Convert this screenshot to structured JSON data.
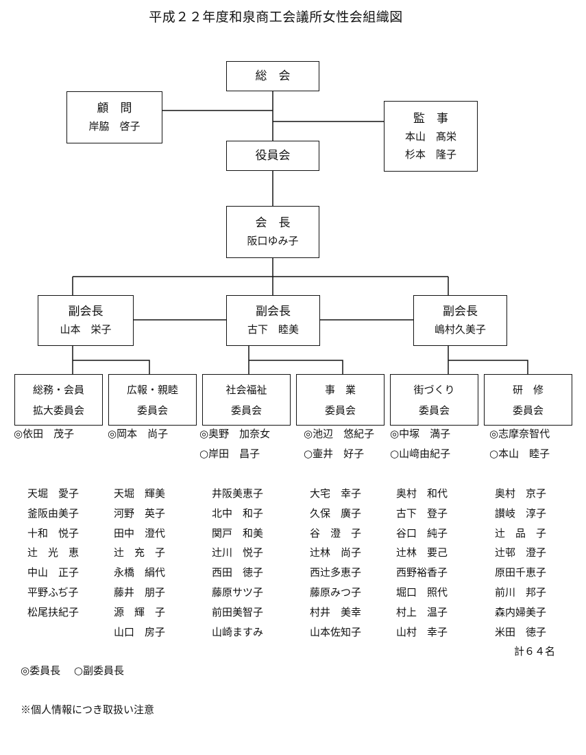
{
  "title": "平成２２年度和泉商工会議所女性会組織図",
  "general_assembly": "総　会",
  "advisor": {
    "title": "顧　問",
    "name": "岸脇　啓子"
  },
  "auditor": {
    "title": "監　事",
    "names": [
      "本山　髙栄",
      "杉本　隆子"
    ]
  },
  "board": "役員会",
  "president": {
    "title": "会　長",
    "name": "阪口ゆみ子"
  },
  "vice_presidents": [
    {
      "title": "副会長",
      "name": "山本　栄子"
    },
    {
      "title": "副会長",
      "name": "古下　睦美"
    },
    {
      "title": "副会長",
      "name": "嶋村久美子"
    }
  ],
  "committees": [
    {
      "line1": "総務・会員",
      "line2": "拡大委員会",
      "chair": "◎依田　茂子",
      "vice": "",
      "members": [
        "天堀　愛子",
        "釜阪由美子",
        "十和　悦子",
        "辻　光　恵",
        "中山　正子",
        "平野ふぢ子",
        "松尾扶紀子"
      ]
    },
    {
      "line1": "広報・親睦",
      "line2": "委員会",
      "chair": "◎岡本　尚子",
      "vice": "",
      "members": [
        "天堀　輝美",
        "河野　英子",
        "田中　澄代",
        "辻　充　子",
        "永橋　絹代",
        "藤井　朋子",
        "源　輝　子",
        "山口　房子"
      ]
    },
    {
      "line1": "社会福祉",
      "line2": "委員会",
      "chair": "◎奥野　加奈女",
      "vice": "○岸田　昌子",
      "members": [
        "井阪美恵子",
        "北中　和子",
        "関戸　和美",
        "辻川　悦子",
        "西田　徳子",
        "藤原サツ子",
        "前田美智子",
        "山崎ますみ"
      ]
    },
    {
      "line1": "事　業",
      "line2": "委員会",
      "chair": "◎池辺　悠紀子",
      "vice": "○壷井　好子",
      "members": [
        "大宅　幸子",
        "久保　廣子",
        "谷　澄　子",
        "辻林　尚子",
        "西辻多恵子",
        "藤原みつ子",
        "村井　美幸",
        "山本佐知子"
      ]
    },
    {
      "line1": "街づくり",
      "line2": "委員会",
      "chair": "◎中塚　満子",
      "vice": "○山﨑由紀子",
      "members": [
        "奥村　和代",
        "古下　登子",
        "谷口　純子",
        "辻林　要己",
        "西野裕香子",
        "堀口　照代",
        "村上　温子",
        "山村　幸子"
      ]
    },
    {
      "line1": "研　修",
      "line2": "委員会",
      "chair": "◎志摩奈智代",
      "vice": "○本山　睦子",
      "members": [
        "奥村　京子",
        "讃岐　淳子",
        "辻　品　子",
        "辻邨　澄子",
        "原田千恵子",
        "前川　邦子",
        "森内婦美子",
        "米田　徳子"
      ]
    }
  ],
  "total": "計６４名",
  "legend": "◎委員長　 ○副委員長",
  "note": "※個人情報につき取扱い注意"
}
